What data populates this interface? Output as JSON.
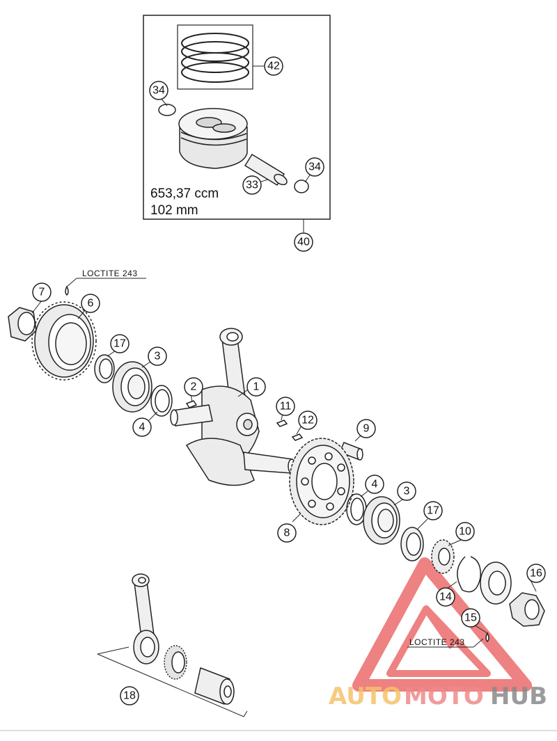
{
  "piston_kit": {
    "displacement": "653,37 ccm",
    "bore": "102 mm"
  },
  "notes": {
    "loctite_top": "LOCTITE 243",
    "loctite_bottom": "LOCTITE 243"
  },
  "callouts": {
    "c42": "42",
    "c34a": "34",
    "c34b": "34",
    "c33": "33",
    "c40": "40",
    "c7": "7",
    "c6": "6",
    "c17a": "17",
    "c3a": "3",
    "c4a": "4",
    "c2": "2",
    "c1": "1",
    "c11": "11",
    "c12": "12",
    "c9": "9",
    "c8": "8",
    "c4b": "4",
    "c3b": "3",
    "c17b": "17",
    "c10": "10",
    "c16": "16",
    "c14": "14",
    "c15": "15",
    "c18": "18"
  },
  "watermark": {
    "part1": "AUTO",
    "part2": "MOTO",
    "part3": "HUB",
    "color1": "#f5c26b",
    "color2": "#f08a8a",
    "color3": "#8a8a8a",
    "logo_color": "#e95757"
  }
}
